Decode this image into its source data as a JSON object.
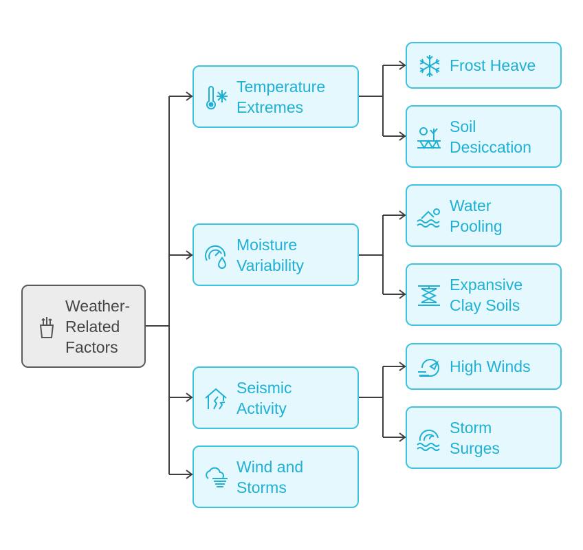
{
  "colors": {
    "accent": "#1fb0d3",
    "box_fill": "#e5f8fd",
    "box_border": "#3cc3df",
    "root_fill": "#ececec",
    "root_border": "#5a5a5a",
    "root_text": "#444444",
    "connector": "#3d3d3d"
  },
  "root": {
    "label": "Weather-\nRelated\nFactors",
    "icon": "cup-with-utensils-icon"
  },
  "categories": [
    {
      "label": "Temperature\nExtremes",
      "icon": "thermometer-snowflake-icon"
    },
    {
      "label": "Moisture\nVariability",
      "icon": "gauge-droplet-icon"
    },
    {
      "label": "Seismic\nActivity",
      "icon": "house-cracked-icon"
    },
    {
      "label": "Wind and\nStorms",
      "icon": "wind-cloud-icon"
    }
  ],
  "effects": [
    {
      "label": "Frost Heave",
      "icon": "snowflake-icon"
    },
    {
      "label": "Soil\nDesiccation",
      "icon": "dry-plant-icon"
    },
    {
      "label": "Water\nPooling",
      "icon": "swimmer-icon"
    },
    {
      "label": "Expansive\nClay Soils",
      "icon": "compress-icon"
    },
    {
      "label": "High Winds",
      "icon": "wind-gust-icon"
    },
    {
      "label": "Storm\nSurges",
      "icon": "wave-icon"
    }
  ]
}
